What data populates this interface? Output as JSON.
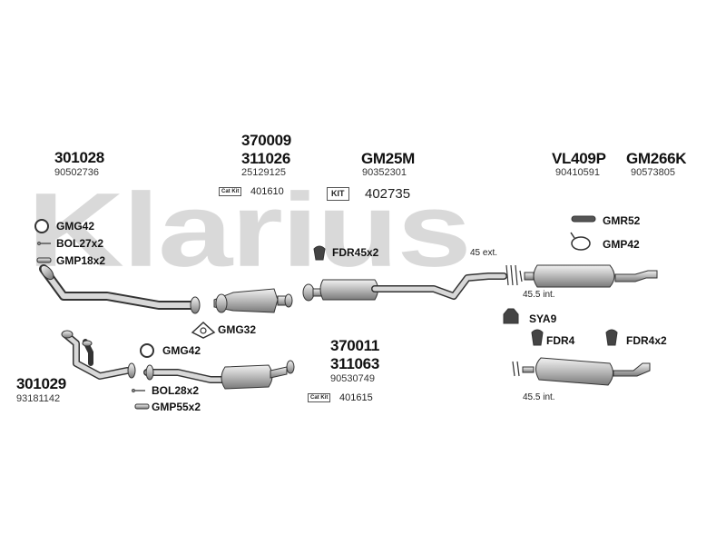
{
  "watermark": "Klarius",
  "part_numbers": {
    "p301028": "301028",
    "p370009": "370009",
    "p311026": "311026",
    "pGM25M": "GM25M",
    "pVL409P": "VL409P",
    "pGM266K": "GM266K",
    "p370011": "370011",
    "p311063": "311063",
    "p301029": "301029"
  },
  "oe_numbers": {
    "oe90502736": "90502736",
    "oe25129125": "25129125",
    "oe90352301": "90352301",
    "oe90410591": "90410591",
    "oe90573805": "90573805",
    "oe90530749": "90530749",
    "oe93181142": "93181142"
  },
  "kits": {
    "catkit_label": "Cat Kit",
    "kit_label": "KIT",
    "kit401610": "401610",
    "kit402735": "402735",
    "kit401615": "401615"
  },
  "accessories": {
    "gmg42_top": "GMG42",
    "bol27x2": "BOL27x2",
    "gmp18x2": "GMP18x2",
    "gmg32": "GMG32",
    "fdr45x2": "FDR45x2",
    "gmr52": "GMR52",
    "gmp42": "GMP42",
    "sya9": "SYA9",
    "fdr4": "FDR4",
    "fdr4x2": "FDR4x2",
    "gmg42_bottom": "GMG42",
    "bol28x2": "BOL28x2",
    "gmp55x2": "GMP55x2"
  },
  "notes": {
    "ext45": "45 ext.",
    "int455_top": "45.5 int.",
    "int455_bottom": "45.5 int."
  }
}
